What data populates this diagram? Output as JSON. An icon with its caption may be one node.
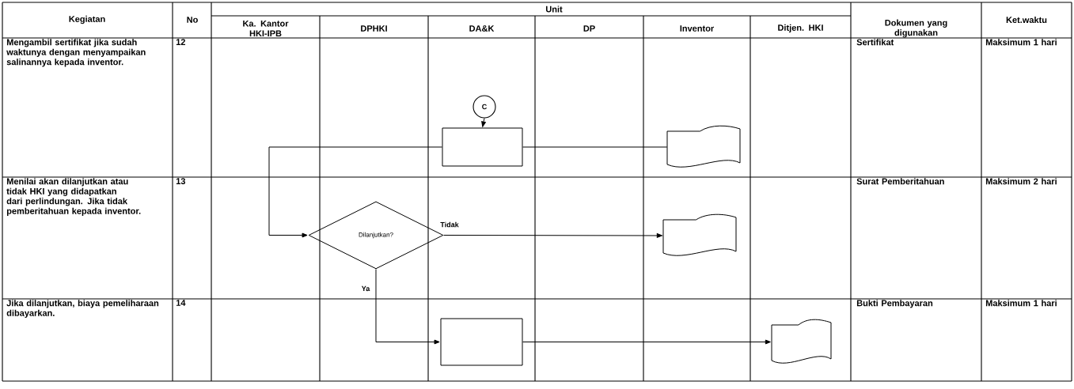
{
  "diagram": {
    "nodes": [
      {
        "text": [
          "C"
        ]
      },
      {
        "text": [],
        "shape": "box"
      },
      {
        "text": [],
        "shape": "document"
      },
      {
        "text": [
          "Dilanjutkan?"
        ]
      },
      {
        "text": [],
        "shape": "document"
      },
      {
        "text": [],
        "shape": "box"
      },
      {
        "text": [],
        "shape": "document"
      }
    ],
    "edges": [
      {
        "from": 0,
        "to": 1,
        "arrow": "to"
      },
      {
        "from": 1,
        "to": 2,
        "arrow": "none"
      },
      {
        "from": 1,
        "to": 3,
        "arrow": "to"
      },
      {
        "from": 3,
        "to": 4,
        "arrow": "to",
        "label": "Tidak"
      },
      {
        "from": 3,
        "to": 5,
        "arrow": "to",
        "label": "Ya"
      },
      {
        "from": 5,
        "to": 6,
        "arrow": "to"
      }
    ],
    "labels": [
      "Kegiatan",
      "No",
      "Unit",
      "Ka. Kantor HKI-IPB",
      "DPHKI",
      "DA&K",
      "DP",
      "Inventor",
      "Ditjen. HKI",
      "Dokumen yang digunakan",
      "Ket.waktu",
      "Mengambil sertifikat jika sudah waktunya dengan menyampaikan salinannya kepada inventor.",
      "12",
      "Sertifikat",
      "Maksimum 1 hari",
      "Menilai akan dilanjutkan atau tidak HKI yang didapatkan dari perlindungan. Jika tidak pemberitahuan kepada inventor.",
      "13",
      "Surat Pemberitahuan",
      "Maksimum 2 hari",
      "Jika dilanjutkan, biaya pemeliharaan dibayarkan.",
      "14",
      "Bukti Pembayaran",
      "Maksimum 1 hari"
    ]
  }
}
